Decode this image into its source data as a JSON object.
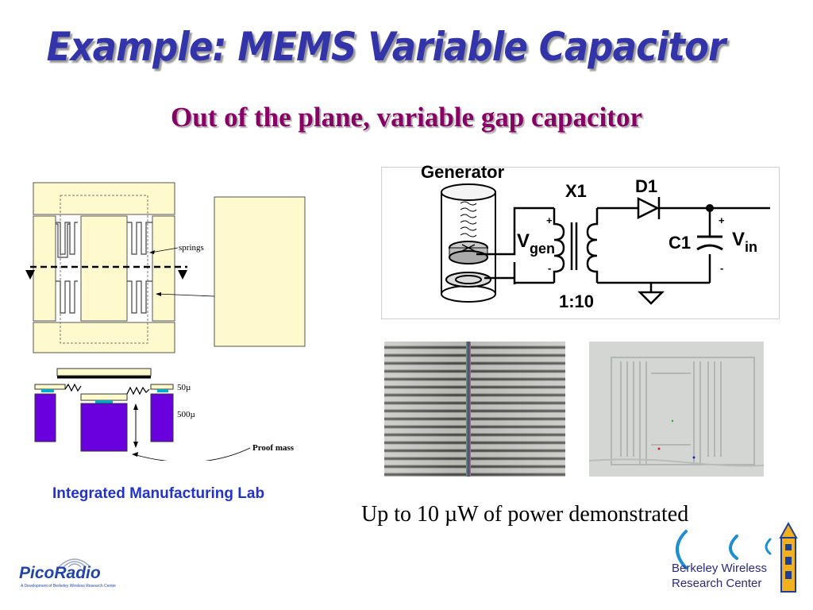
{
  "slide": {
    "title": "Example: MEMS Variable Capacitor",
    "subtitle": "Out of the plane, variable gap capacitor",
    "lab_caption": "Integrated Manufacturing Lab",
    "power_caption": "Up to 10 µW of power demonstrated"
  },
  "mems_diagram": {
    "springs_label": "springs",
    "gap_label": "50µ",
    "height_label": "500µ",
    "proof_mass_label": "Proof mass"
  },
  "circuit": {
    "generator_label": "Generator",
    "transformer_label": "X1",
    "diode_label": "D1",
    "capacitor_label": "C1",
    "vgen_main": "V",
    "vgen_sub": "gen",
    "vin_main": "V",
    "vin_sub": "in",
    "ratio_label": "1:10",
    "plus_sign": "+",
    "minus_sign": "-"
  },
  "logos": {
    "picoradio_name": "PicoRadio",
    "picoradio_tagline": "A Development of Berkeley Wireless Research Center",
    "bwrc_line1": "Berkeley Wireless",
    "bwrc_line2": "Research Center"
  },
  "colors": {
    "title": "#3333aa",
    "subtitle": "#880066",
    "lab_caption": "#2233cc",
    "pad_fill": "#fffacd",
    "mass_fill": "#6a00dd",
    "picoradio_blue": "#2244aa",
    "bwrc_text": "#2a2a80"
  }
}
